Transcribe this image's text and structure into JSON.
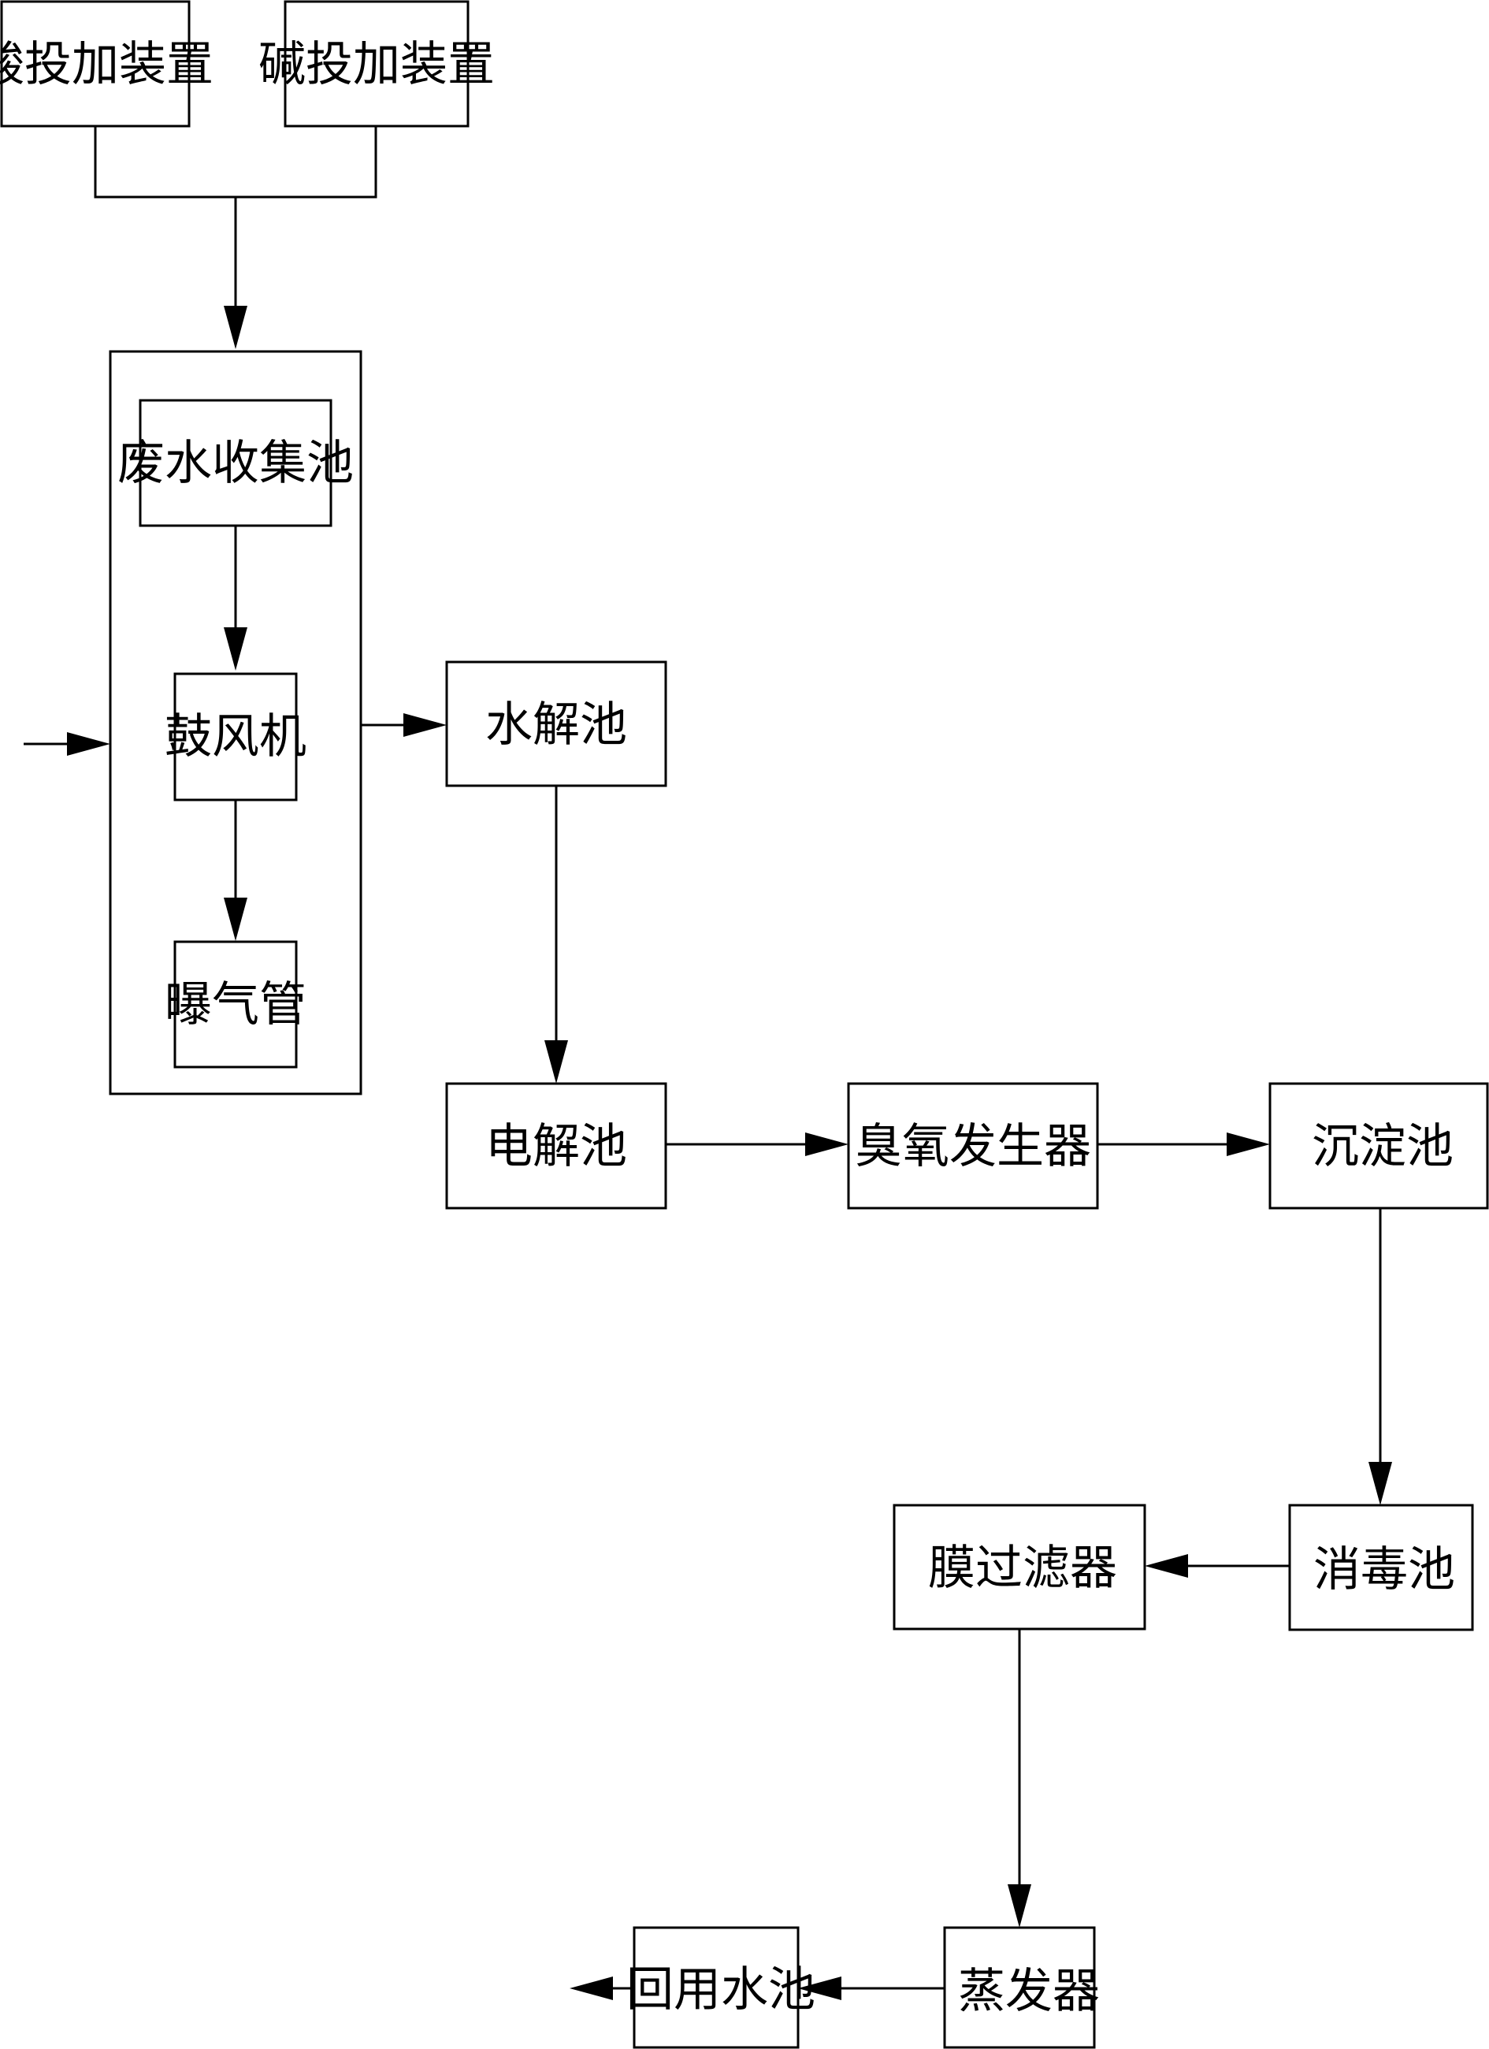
{
  "nodes": {
    "acid_dosing": "酸投加装置",
    "alkali_dosing": "碱投加装置",
    "collection_tank": "废水收集池",
    "blower": "鼓风机",
    "aeration_pipe": "曝气管",
    "hydrolysis_tank": "水解池",
    "electrolysis_tank": "电解池",
    "ozone_generator": "臭氧发生器",
    "sedimentation_tank": "沉淀池",
    "disinfection_tank": "消毒池",
    "membrane_filter": "膜过滤器",
    "evaporator": "蒸发器",
    "reuse_tank": "回用水池"
  },
  "colors": {
    "stroke": "#000000",
    "background": "#ffffff"
  }
}
